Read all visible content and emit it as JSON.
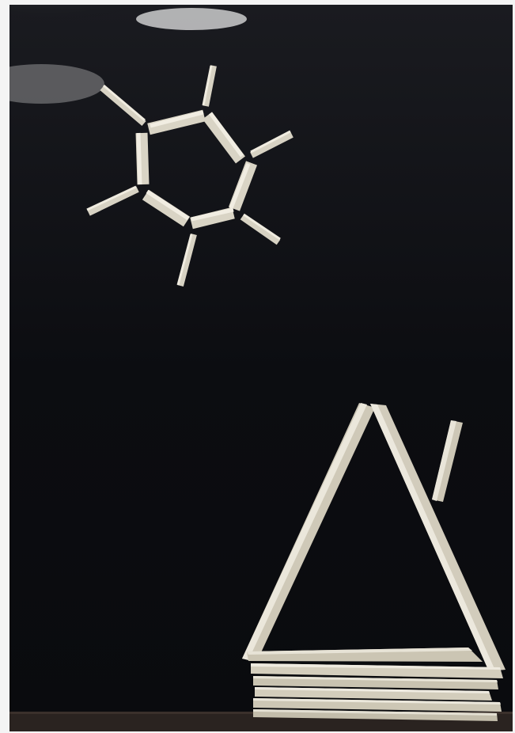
{
  "scene": {
    "description_visible_text": "",
    "colors": {
      "board": "#0d0e12",
      "board_glare": "#e8e8e8",
      "stick_light": "#e6e2d6",
      "stick_mid": "#cfc9b8",
      "stick_shadow": "#9c9686",
      "table": "#2a2320"
    },
    "objects": [
      "sun-made-of-sticks",
      "house-roof-made-of-sticks",
      "chimney-stick",
      "house-base-stack"
    ]
  }
}
